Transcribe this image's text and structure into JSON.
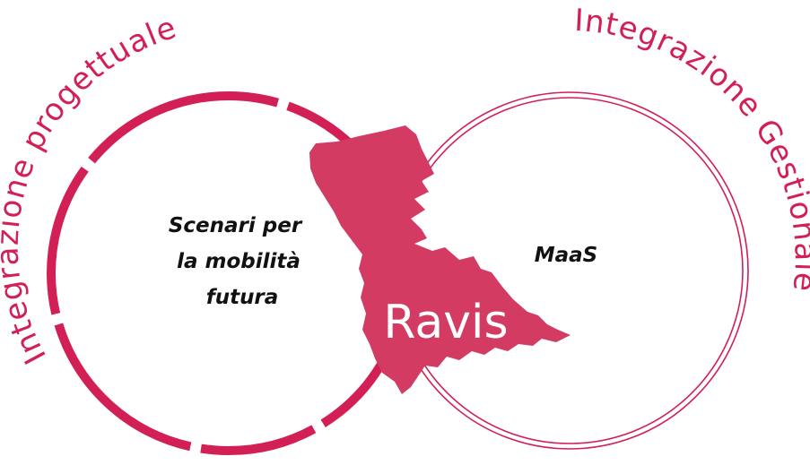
{
  "colors": {
    "accent": "#d21f55",
    "map_fill": "#d33b63",
    "inner_text": "#111111",
    "center_text": "#ffffff",
    "background": "#ffffff"
  },
  "left_circle": {
    "arc_label": "Integrazione progettuale",
    "inner_lines": [
      "Scenari per",
      "la mobilità",
      "futura"
    ]
  },
  "right_circle": {
    "arc_label": "Integrazione Gestionale",
    "inner_label": "MaaS"
  },
  "center": {
    "label": "Ravis"
  }
}
